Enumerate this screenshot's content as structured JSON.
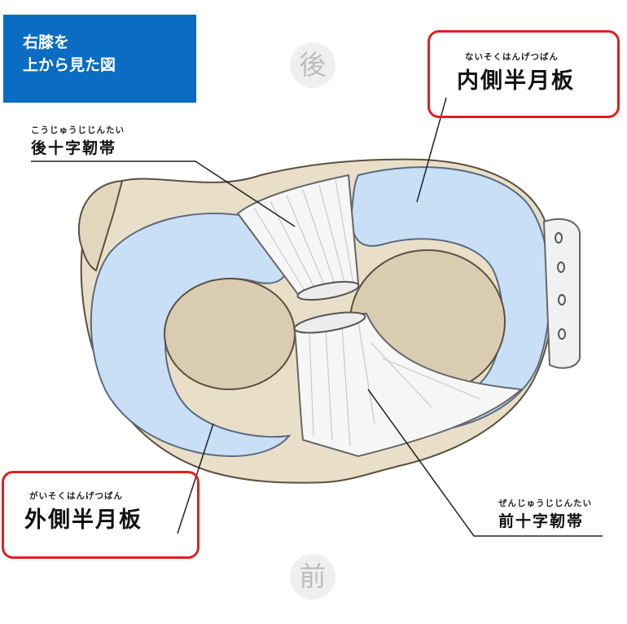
{
  "title": {
    "line1": "右膝を",
    "line2": "上から見た図"
  },
  "directions": {
    "back": "後",
    "front": "前"
  },
  "labels": {
    "medial_meniscus": {
      "ruby": "ないそくはんげつばん",
      "text": "内側半月板"
    },
    "posterior_cruciate": {
      "ruby": "こうじゅうじじんたい",
      "text": "後十字靭帯"
    },
    "lateral_meniscus": {
      "ruby": "がいそくはんげつばん",
      "text": "外側半月板"
    },
    "anterior_cruciate": {
      "ruby": "ぜんじゅうじじんたい",
      "text": "前十字靭帯"
    }
  },
  "colors": {
    "title_bg": "#0a6cc2",
    "highlight_border": "#e02020",
    "bone": "#e9dfc9",
    "bone_inner": "#d9ccb1",
    "meniscus": "#c9dff5",
    "ligament": "#f6f6f6"
  }
}
